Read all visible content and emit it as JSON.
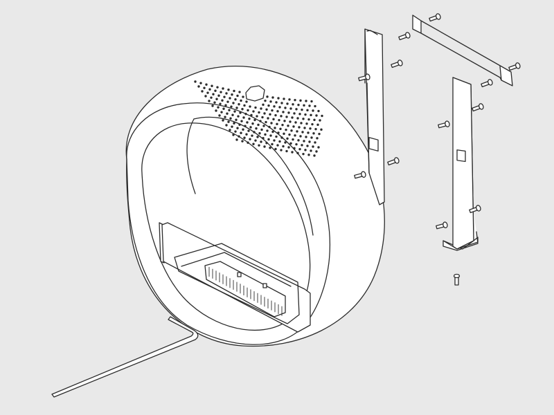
{
  "diagram": {
    "type": "exploded-assembly-view",
    "line_color": "#2b2b2b",
    "background": "#e9e9e9",
    "parts": [
      {
        "name": "ring-fireplace-body"
      },
      {
        "name": "burner-box"
      },
      {
        "name": "wall-bracket-left"
      },
      {
        "name": "wall-bracket-right"
      },
      {
        "name": "top-cross-bar"
      },
      {
        "name": "screws"
      },
      {
        "name": "allen-key"
      }
    ]
  }
}
